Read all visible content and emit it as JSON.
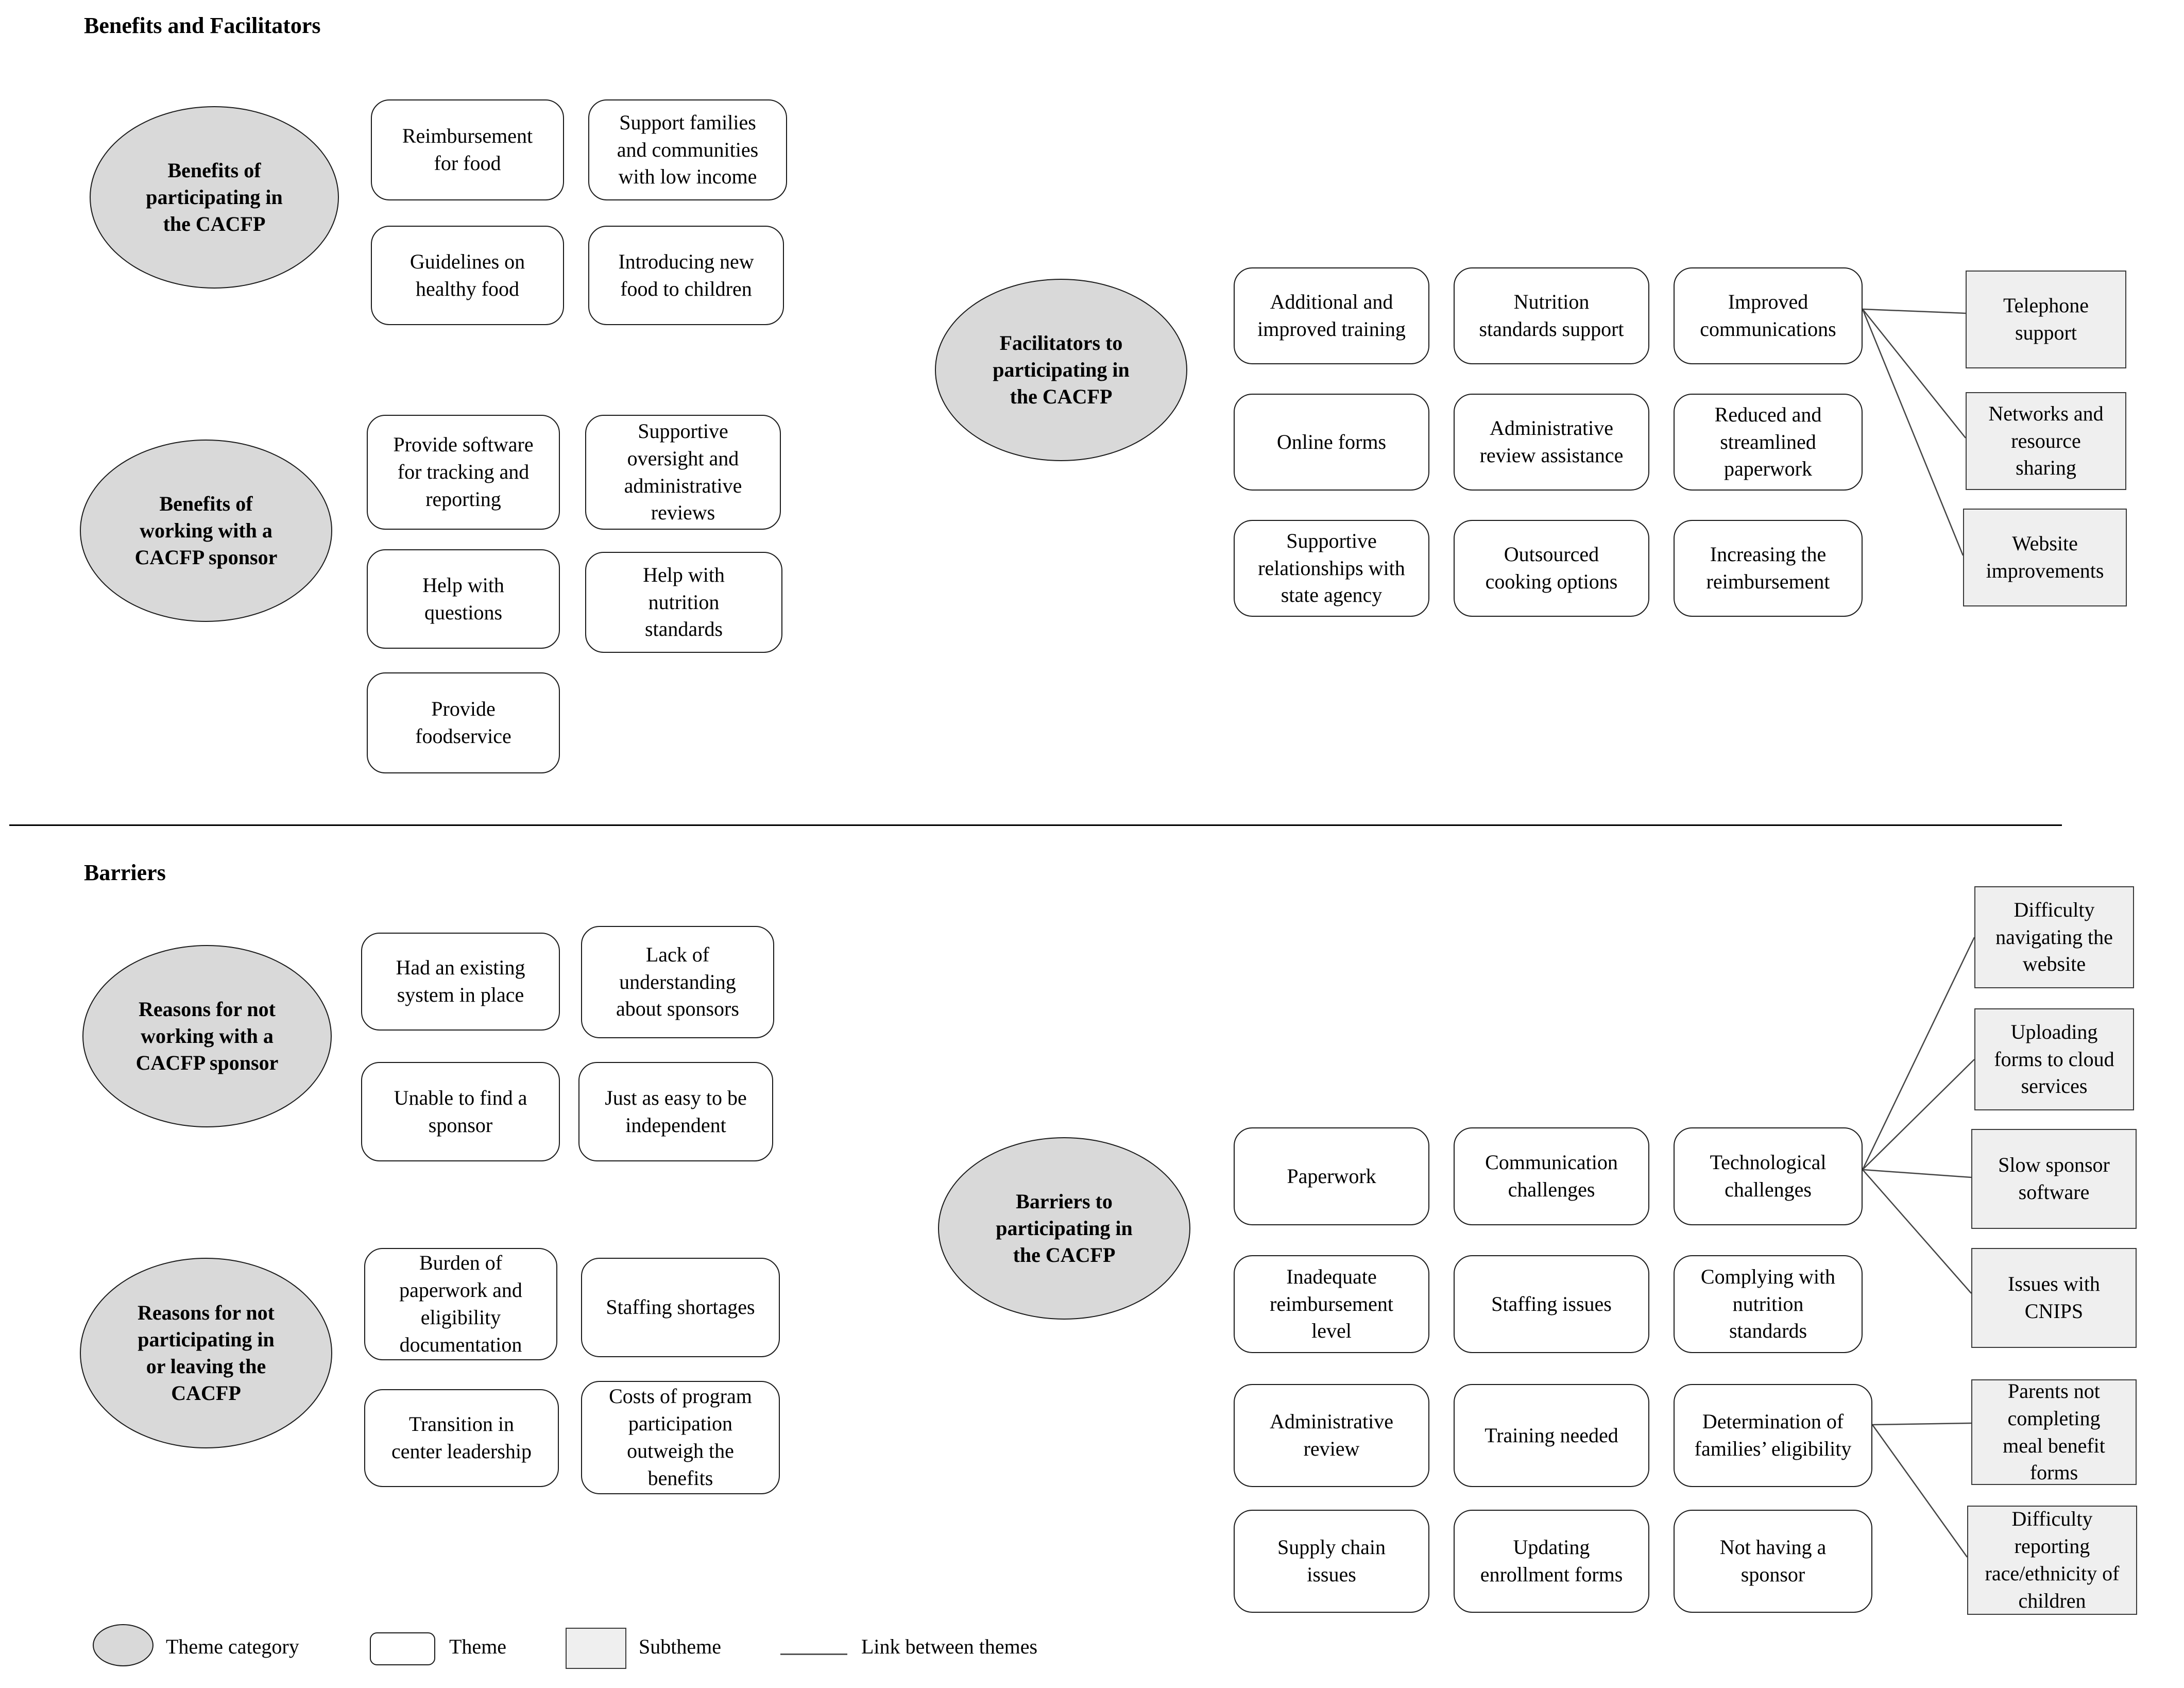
{
  "sections": [
    "Benefits and Facilitators",
    "Barriers"
  ],
  "categories": [
    "Benefits of\nparticipating in\nthe CACFP",
    "Benefits of\nworking with a\nCACFP sponsor",
    "Facilitators to\nparticipating in\nthe CACFP",
    "Reasons for not\nworking with a\nCACFP sponsor",
    "Reasons for not\nparticipating in\nor leaving the\nCACFP",
    "Barriers to\nparticipating in\nthe CACFP"
  ],
  "themes": [
    "Reimbursement\nfor food",
    "Support families\nand communities\nwith low income",
    "Guidelines on\nhealthy food",
    "Introducing new\nfood to children",
    "Provide software\nfor tracking and\nreporting",
    "Supportive\noversight and\nadministrative\nreviews",
    "Help with\nquestions",
    "Help with\nnutrition\nstandards",
    "Provide\nfoodservice",
    "Additional and\nimproved training",
    "Nutrition\nstandards support",
    "Improved\ncommunications",
    "Online forms",
    "Administrative\nreview assistance",
    "Reduced and\nstreamlined\npaperwork",
    "Supportive\nrelationships with\nstate agency",
    "Outsourced\ncooking options",
    "Increasing the\nreimbursement",
    "Had an existing\nsystem in place",
    "Lack of\nunderstanding\nabout sponsors",
    "Unable to find a\nsponsor",
    "Just as easy to be\nindependent",
    "Burden of\npaperwork and\neligibility\ndocumentation",
    "Staffing shortages",
    "Transition in\ncenter leadership",
    "Costs of program\nparticipation\noutweigh the\nbenefits",
    "Paperwork",
    "Communication\nchallenges",
    "Technological\nchallenges",
    "Inadequate\nreimbursement\nlevel",
    "Staffing issues",
    "Complying with\nnutrition\nstandards",
    "Administrative\nreview",
    "Training needed",
    "Determination of\nfamilies’ eligibility",
    "Supply chain\nissues",
    "Updating\nenrollment forms",
    "Not having a\nsponsor"
  ],
  "subthemes": [
    "Telephone\nsupport",
    "Networks and\nresource\nsharing",
    "Website\nimprovements",
    "Difficulty\nnavigating the\nwebsite",
    "Uploading\nforms to cloud\nservices",
    "Slow sponsor\nsoftware",
    "Issues with\nCNIPS",
    "Parents not\ncompleting\nmeal benefit\nforms",
    "Difficulty\nreporting\nrace/ethnicity of\nchildren"
  ],
  "legend": {
    "theme_category": "Theme category",
    "theme": "Theme",
    "subtheme": "Subtheme",
    "link": "Link between themes"
  },
  "colors": {
    "category_fill": "#d9d9d9",
    "theme_fill": "#ffffff",
    "subtheme_fill": "#efefef",
    "border": "#1a1a1a",
    "link_line": "#444444"
  }
}
